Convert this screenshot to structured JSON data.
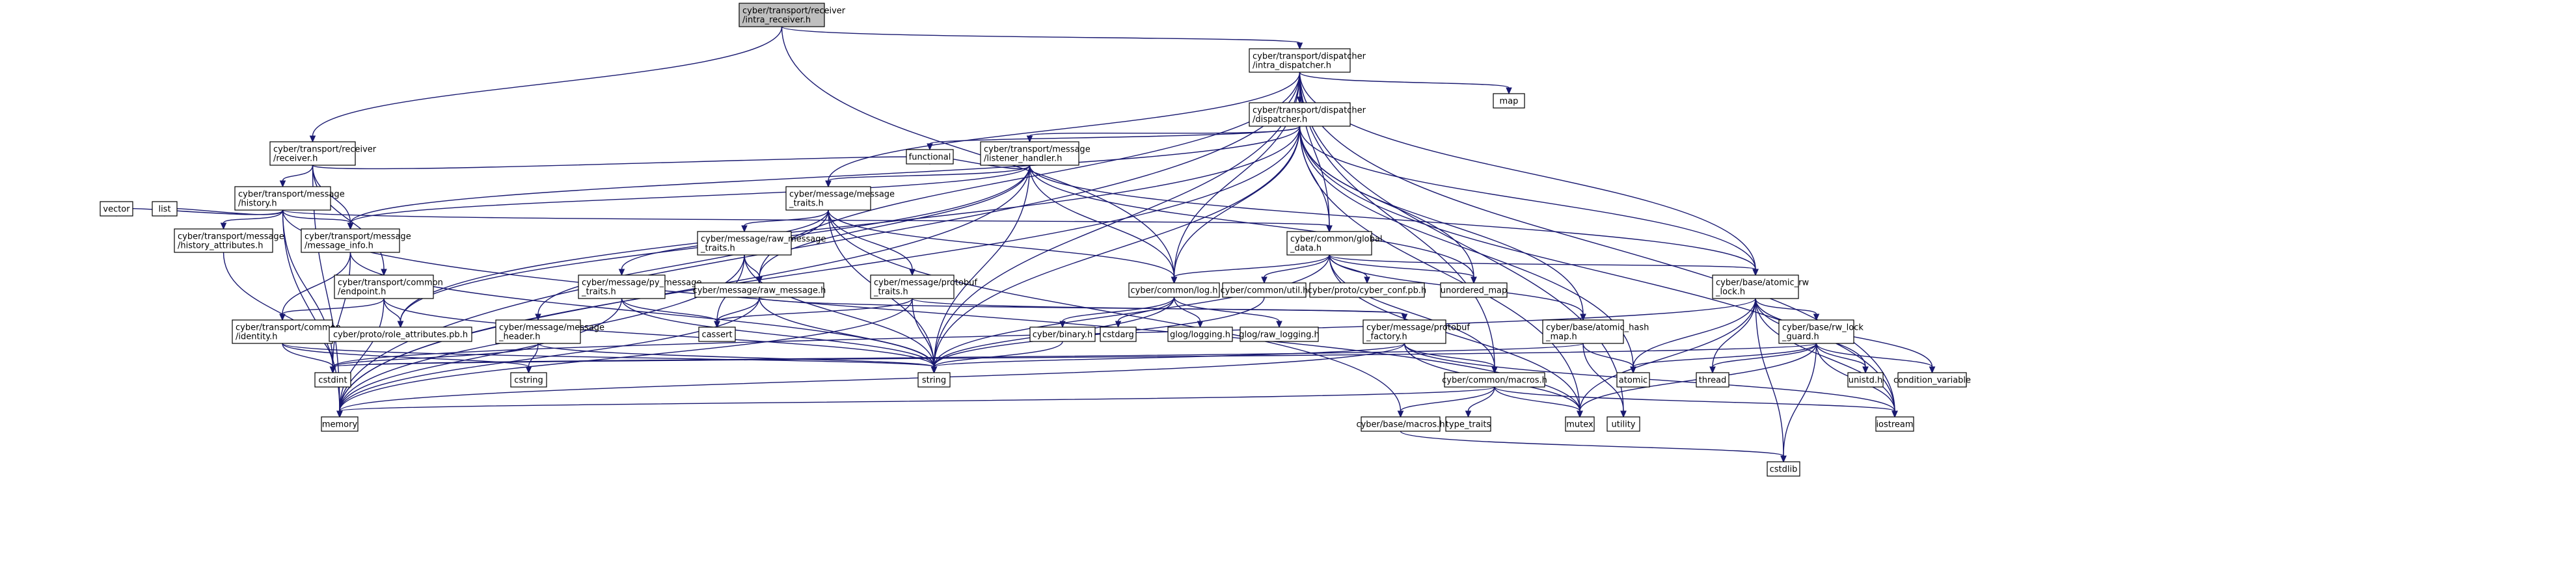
{
  "colors": {
    "edge": "#191970",
    "node_fill": "#ffffff",
    "node_border": "#000000",
    "red_border": "#ff0000",
    "light_border": "#bfbfbf",
    "root_fill": "#bfbfbf"
  },
  "nodes": {
    "receiver_intra": [
      "cyber/transport/receiver",
      "/intra_receiver.h"
    ],
    "dispatcher_intra": [
      "cyber/transport/dispatcher",
      "/intra_dispatcher.h"
    ],
    "receiver_h": [
      "cyber/transport/receiver",
      "/receiver.h"
    ],
    "dispatcher_h": [
      "cyber/transport/dispatcher",
      "/dispatcher.h"
    ],
    "map": [
      "map"
    ],
    "history_h": [
      "cyber/transport/message",
      "/history.h"
    ],
    "listener_handler": [
      "cyber/transport/message",
      "/listener_handler.h"
    ],
    "functional": [
      "functional"
    ],
    "message_traits": [
      "cyber/message/message",
      "_traits.h"
    ],
    "vector": [
      "vector"
    ],
    "list": [
      "list"
    ],
    "history_attributes": [
      "cyber/transport/message",
      "/history_attributes.h"
    ],
    "message_info": [
      "cyber/transport/message",
      "/message_info.h"
    ],
    "raw_message_traits": [
      "cyber/message/raw_message",
      "_traits.h"
    ],
    "global_data": [
      "cyber/common/global",
      "_data.h"
    ],
    "atomic_rw_lock": [
      "cyber/base/atomic_rw",
      "_lock.h"
    ],
    "endpoint": [
      "cyber/transport/common",
      "/endpoint.h"
    ],
    "py_message_traits": [
      "cyber/message/py_message",
      "_traits.h"
    ],
    "raw_message": [
      "cyber/message/raw_message.h"
    ],
    "protobuf_traits": [
      "cyber/message/protobuf",
      "_traits.h"
    ],
    "log_h": [
      "cyber/common/log.h"
    ],
    "util_h": [
      "cyber/common/util.h"
    ],
    "cyber_conf_pb": [
      "cyber/proto/cyber_conf.pb.h"
    ],
    "unordered_map": [
      "unordered_map"
    ],
    "identity": [
      "cyber/transport/common",
      "/identity.h"
    ],
    "role_attributes_pb": [
      "cyber/proto/role_attributes.pb.h"
    ],
    "message_header": [
      "cyber/message/message",
      "_header.h"
    ],
    "cassert": [
      "cassert"
    ],
    "binary_h": [
      "cyber/binary.h"
    ],
    "cstdarg": [
      "cstdarg"
    ],
    "glog_logging": [
      "glog/logging.h"
    ],
    "glog_raw_logging": [
      "glog/raw_logging.h"
    ],
    "protobuf_factory": [
      "cyber/message/protobuf",
      "_factory.h"
    ],
    "atomic_hash_map": [
      "cyber/base/atomic_hash",
      "_map.h"
    ],
    "rw_lock_guard": [
      "cyber/base/rw_lock",
      "_guard.h"
    ],
    "cstring": [
      "cstring"
    ],
    "cstdint": [
      "cstdint"
    ],
    "string": [
      "string"
    ],
    "macros_common": [
      "cyber/common/macros.h"
    ],
    "atomic": [
      "atomic"
    ],
    "thread": [
      "thread"
    ],
    "unistd": [
      "unistd.h"
    ],
    "condition_variable": [
      "condition_variable"
    ],
    "memory": [
      "memory"
    ],
    "macros_base": [
      "cyber/base/macros.h"
    ],
    "type_traits": [
      "type_traits"
    ],
    "mutex": [
      "mutex"
    ],
    "utility": [
      "utility"
    ],
    "iostream": [
      "iostream"
    ],
    "cstdlib": [
      "cstdlib"
    ]
  }
}
